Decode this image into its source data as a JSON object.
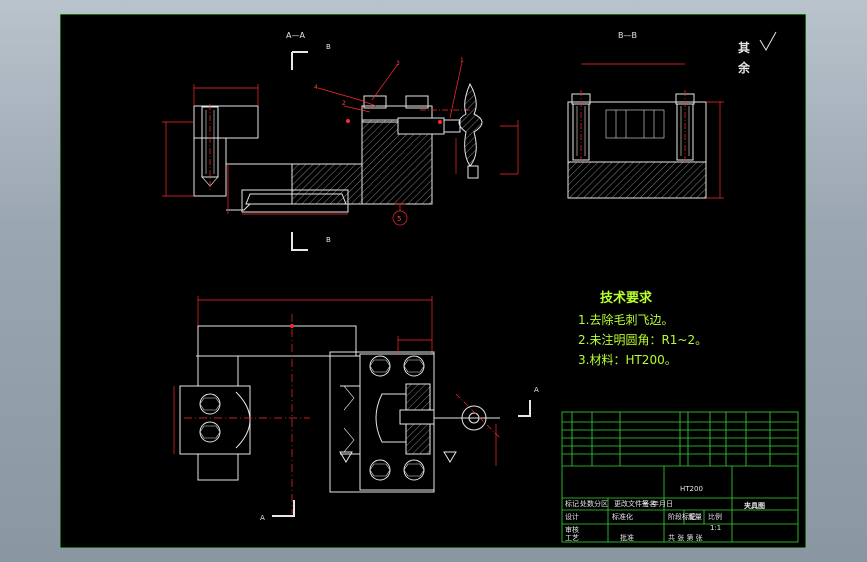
{
  "views": {
    "section_aa_label": "A—A",
    "section_bb_label": "B—B",
    "cut_letter_b": "B",
    "cut_letter_a": "A"
  },
  "roughness_note": {
    "chars": [
      "其",
      "余"
    ]
  },
  "callouts": {
    "c1": "1",
    "c2": "2",
    "c3": "3",
    "c4": "4",
    "c5": "5"
  },
  "tech_requirements": {
    "title": "技术要求",
    "items": [
      "1.去除毛刺飞边。",
      "2.未注明圆角：R1~2。",
      "3.材料：HT200。"
    ]
  },
  "colors": {
    "sheet": "#000000",
    "line": "#e6e6e6",
    "dimension": "#ff2a2a",
    "border": "#33dd33",
    "note": "#b8ff30"
  },
  "title_block": {
    "material": "HT200",
    "drawing_name": "夹具图",
    "header_row": [
      "标记",
      "处数",
      "分区",
      "更改文件号",
      "签名",
      "年月日"
    ],
    "row_labels": [
      "设计",
      "审核",
      "工艺"
    ],
    "standardize": "标准化",
    "approve": "批准",
    "stage_label": "阶段标记",
    "weight_label": "重量",
    "scale_label": "比例",
    "scale_value": "1:1",
    "sheets_label": "共 张   第 张"
  }
}
